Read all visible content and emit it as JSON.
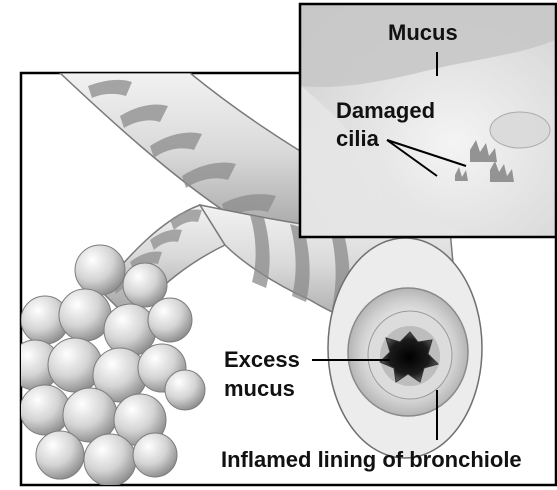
{
  "labels": {
    "mucus": "Mucus",
    "damaged_cilia_line1": "Damaged",
    "damaged_cilia_line2": "cilia",
    "excess_mucus_line1": "Excess",
    "excess_mucus_line2": "mucus",
    "inflamed_lining": "Inflamed lining of bronchiole"
  }
}
